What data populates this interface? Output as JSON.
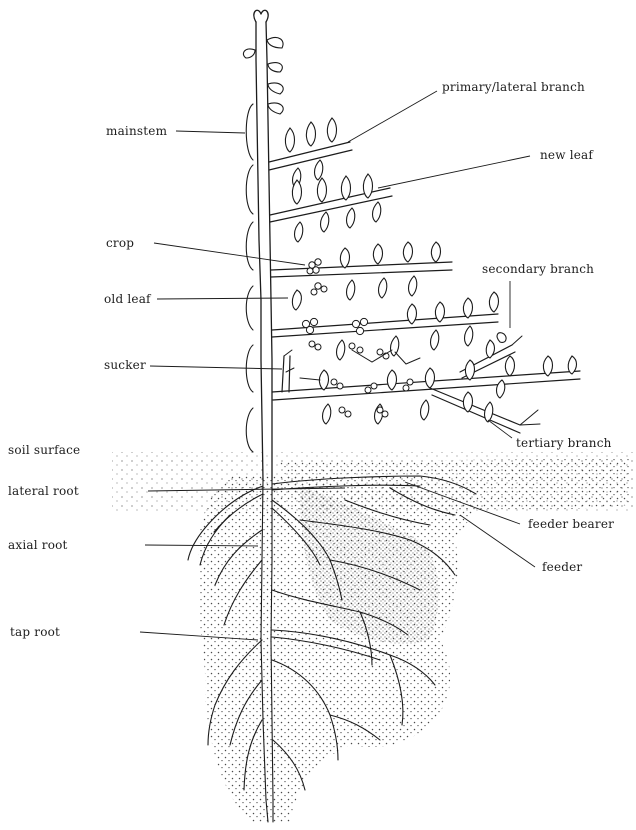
{
  "labels": {
    "primary_lateral_branch": "primary/lateral branch",
    "mainstem": "mainstem",
    "new_leaf": "new leaf",
    "crop": "crop",
    "secondary_branch": "secondary branch",
    "old_leaf": "old leaf",
    "sucker": "sucker",
    "tertiary_branch": "tertiary branch",
    "soil_surface": "soil surface",
    "lateral_root": "lateral root",
    "feeder_bearer": "feeder bearer",
    "axial_root": "axial root",
    "feeder": "feeder",
    "tap_root": "tap root"
  },
  "colors": {
    "ink": "#1c1c1c",
    "stipple": "#4a4a4a",
    "background": "#ffffff"
  }
}
